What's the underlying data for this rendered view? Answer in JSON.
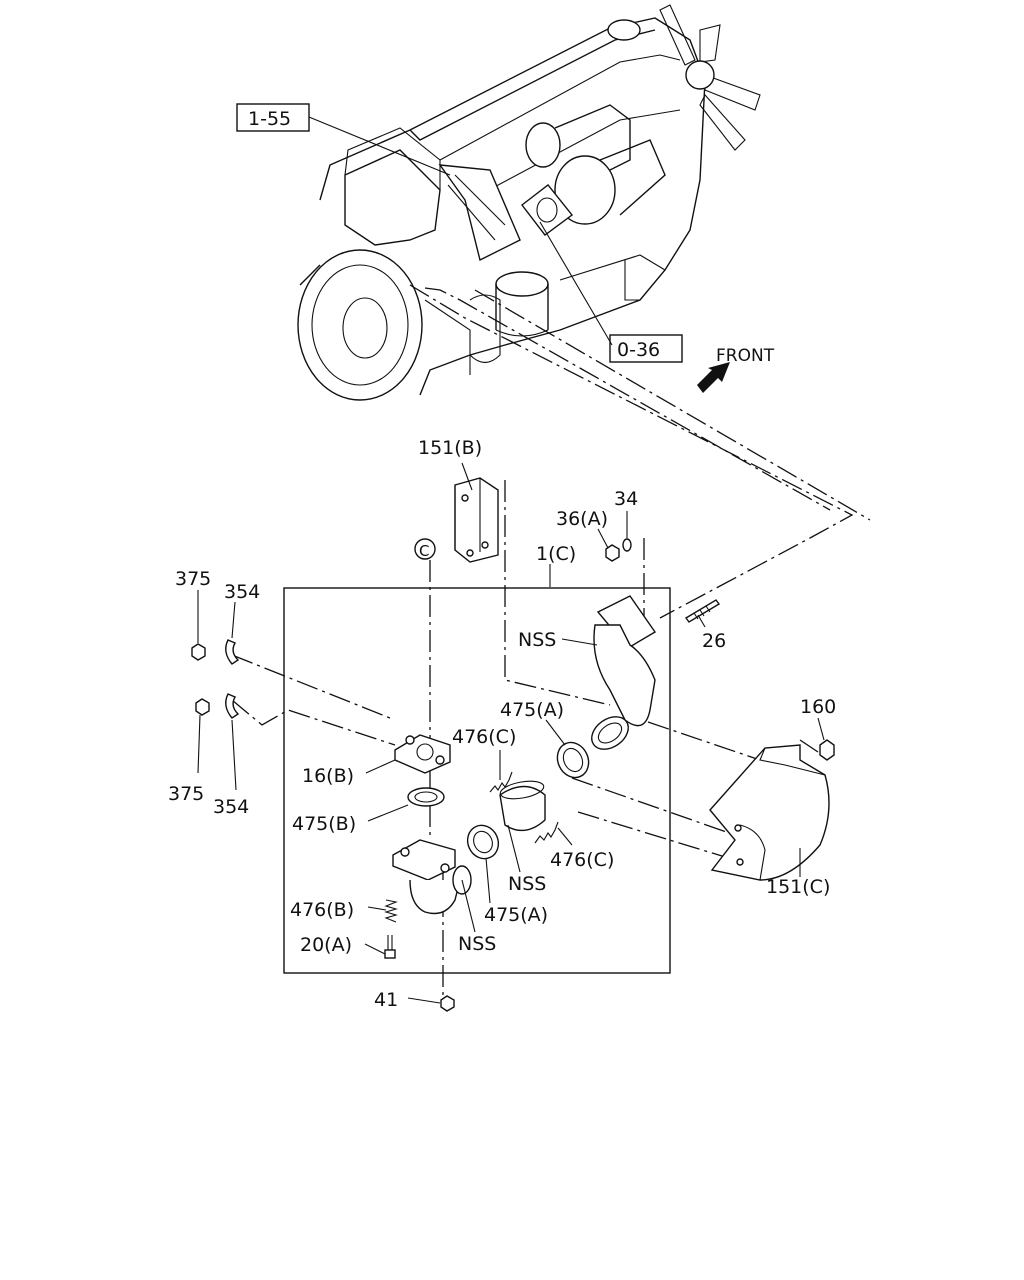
{
  "refs": {
    "r1": "1-55",
    "r2": "0-36"
  },
  "front": "FRONT",
  "circle_c": "C",
  "labels": {
    "l151b": "151(B)",
    "l34": "34",
    "l36a": "36(A)",
    "l1c": "1(C)",
    "l375_top": "375",
    "l354_top": "354",
    "lnss1": "NSS",
    "l26": "26",
    "l475a_1": "475(A)",
    "l160": "160",
    "l476c_1": "476(C)",
    "l16b": "16(B)",
    "l375_bot": "375",
    "l354_bot": "354",
    "l475b": "475(B)",
    "lnss2": "NSS",
    "l476c_2": "476(C)",
    "l151c": "151(C)",
    "l476b": "476(B)",
    "l475a_2": "475(A)",
    "l20a": "20(A)",
    "lnss3": "NSS",
    "l41": "41"
  }
}
